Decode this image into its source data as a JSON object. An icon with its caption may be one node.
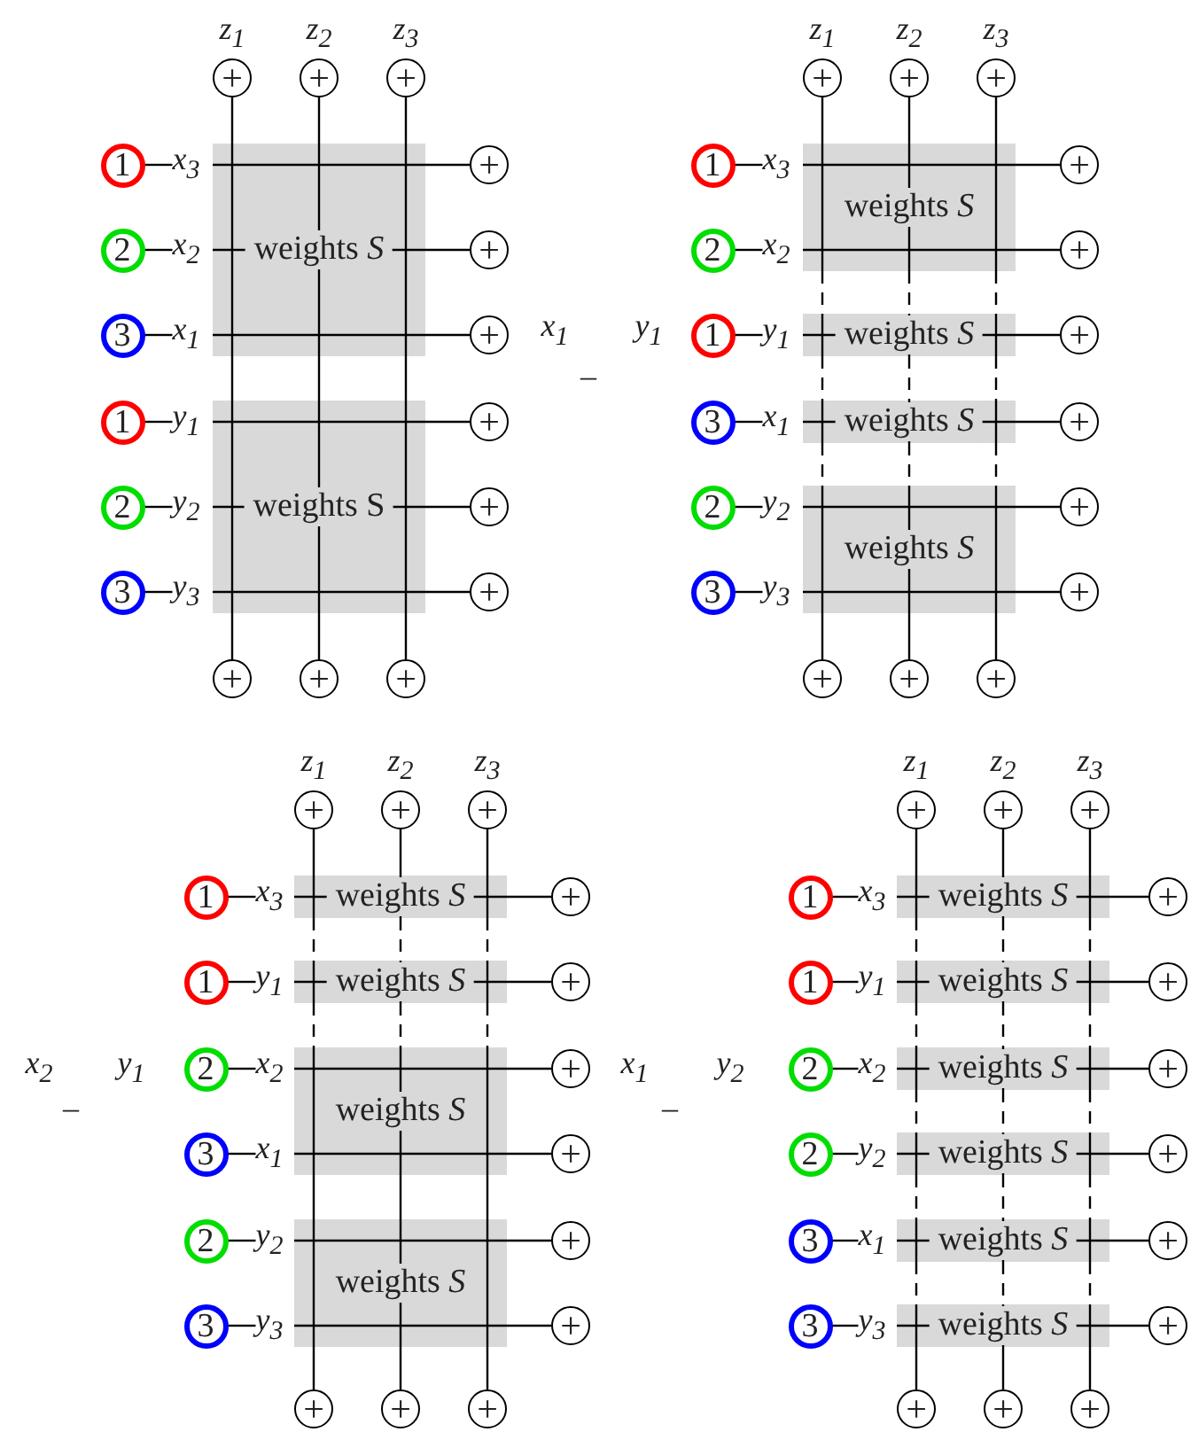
{
  "diagram": {
    "nodes": [
      {
        "text": [
          "+"
        ],
        "beside": [
          "z$_{1}$"
        ]
      },
      {
        "text": [
          "+"
        ],
        "beside": [
          "z$_{2}$"
        ]
      },
      {
        "text": [
          "+"
        ],
        "beside": [
          "z$_{3}$"
        ]
      },
      {
        "text": [
          "1"
        ]
      },
      {
        "text": [
          "x$_{3}$"
        ]
      },
      {
        "text": [
          "weights *S*"
        ]
      },
      {
        "text": [
          "+"
        ]
      },
      {
        "text": [
          "2"
        ]
      },
      {
        "text": [
          "x$_{2}$"
        ]
      },
      {
        "text": [
          "+"
        ]
      },
      {
        "text": [
          "3"
        ]
      },
      {
        "text": [
          "x$_{1}$"
        ]
      },
      {
        "text": [
          "+"
        ]
      },
      {
        "text": [
          "1"
        ]
      },
      {
        "text": [
          "y$_{1}$"
        ]
      },
      {
        "text": [
          "weights S"
        ]
      },
      {
        "text": [
          "+"
        ]
      },
      {
        "text": [
          "2"
        ]
      },
      {
        "text": [
          "y$_{2}$"
        ]
      },
      {
        "text": [
          "+"
        ]
      },
      {
        "text": [
          "3"
        ]
      },
      {
        "text": [
          "y$_{3}$"
        ]
      },
      {
        "text": [
          "+"
        ]
      },
      {
        "text": [
          "+"
        ]
      },
      {
        "text": [
          "+"
        ]
      },
      {
        "text": [
          "+"
        ]
      },
      {
        "text": [
          "+"
        ],
        "beside": [
          "z$_{1}$"
        ]
      },
      {
        "text": [
          "+"
        ],
        "beside": [
          "z$_{2}$"
        ]
      },
      {
        "text": [
          "+"
        ],
        "beside": [
          "z$_{3}$"
        ]
      },
      {
        "text": [
          "1"
        ]
      },
      {
        "text": [
          "x$_{3}$"
        ]
      },
      {
        "text": [
          "weights *S*"
        ]
      },
      {
        "text": [
          "+"
        ]
      },
      {
        "text": [
          "2"
        ]
      },
      {
        "text": [
          "x$_{2}$"
        ]
      },
      {
        "text": [
          "+"
        ]
      },
      {
        "text": [
          "1"
        ]
      },
      {
        "text": [
          "y$_{1}$"
        ]
      },
      {
        "text": [
          "weights *S*"
        ]
      },
      {
        "text": [
          "+"
        ]
      },
      {
        "text": [
          "3"
        ]
      },
      {
        "text": [
          "x$_{1}$"
        ]
      },
      {
        "text": [
          "weights *S*"
        ]
      },
      {
        "text": [
          "+"
        ]
      },
      {
        "text": [
          "2"
        ]
      },
      {
        "text": [
          "y$_{2}$"
        ]
      },
      {
        "text": [
          "weights *S*"
        ]
      },
      {
        "text": [
          "+"
        ]
      },
      {
        "text": [
          "3"
        ]
      },
      {
        "text": [
          "y$_{3}$"
        ]
      },
      {
        "text": [
          "+"
        ]
      },
      {
        "text": [
          "+"
        ]
      },
      {
        "text": [
          "+"
        ]
      },
      {
        "text": [
          "+"
        ]
      },
      {
        "text": [
          "+"
        ],
        "beside": [
          "z$_{1}$"
        ]
      },
      {
        "text": [
          "+"
        ],
        "beside": [
          "z$_{2}$"
        ]
      },
      {
        "text": [
          "+"
        ],
        "beside": [
          "z$_{3}$"
        ]
      },
      {
        "text": [
          "1"
        ]
      },
      {
        "text": [
          "x$_{3}$"
        ]
      },
      {
        "text": [
          "weights *S*"
        ]
      },
      {
        "text": [
          "+"
        ]
      },
      {
        "text": [
          "1"
        ]
      },
      {
        "text": [
          "y$_{1}$"
        ]
      },
      {
        "text": [
          "weights *S*"
        ]
      },
      {
        "text": [
          "+"
        ]
      },
      {
        "text": [
          "2"
        ]
      },
      {
        "text": [
          "x$_{2}$"
        ]
      },
      {
        "text": [
          "weights *S*"
        ]
      },
      {
        "text": [
          "+"
        ]
      },
      {
        "text": [
          "3"
        ]
      },
      {
        "text": [
          "x$_{1}$"
        ]
      },
      {
        "text": [
          "+"
        ]
      },
      {
        "text": [
          "2"
        ]
      },
      {
        "text": [
          "y$_{2}$"
        ]
      },
      {
        "text": [
          "weights *S*"
        ]
      },
      {
        "text": [
          "+"
        ]
      },
      {
        "text": [
          "3"
        ]
      },
      {
        "text": [
          "y$_{3}$"
        ]
      },
      {
        "text": [
          "+"
        ]
      },
      {
        "text": [
          "+"
        ]
      },
      {
        "text": [
          "+"
        ]
      },
      {
        "text": [
          "+"
        ]
      },
      {
        "text": [
          "+"
        ],
        "beside": [
          "z$_{1}$"
        ]
      },
      {
        "text": [
          "+"
        ],
        "beside": [
          "z$_{2}$"
        ]
      },
      {
        "text": [
          "+"
        ],
        "beside": [
          "z$_{3}$"
        ]
      },
      {
        "text": [
          "1"
        ]
      },
      {
        "text": [
          "x$_{3}$"
        ]
      },
      {
        "text": [
          "weights *S*"
        ]
      },
      {
        "text": [
          "+"
        ]
      },
      {
        "text": [
          "1"
        ]
      },
      {
        "text": [
          "y$_{1}$"
        ]
      },
      {
        "text": [
          "weights *S*"
        ]
      },
      {
        "text": [
          "+"
        ]
      },
      {
        "text": [
          "2"
        ]
      },
      {
        "text": [
          "x$_{2}$"
        ]
      },
      {
        "text": [
          "weights *S*"
        ]
      },
      {
        "text": [
          "+"
        ]
      },
      {
        "text": [
          "2"
        ]
      },
      {
        "text": [
          "y$_{2}$"
        ]
      },
      {
        "text": [
          "weights *S*"
        ]
      },
      {
        "text": [
          "+"
        ]
      },
      {
        "text": [
          "3"
        ]
      },
      {
        "text": [
          "x$_{1}$"
        ]
      },
      {
        "text": [
          "weights *S*"
        ]
      },
      {
        "text": [
          "+"
        ]
      },
      {
        "text": [
          "3"
        ]
      },
      {
        "text": [
          "y$_{3}$"
        ]
      },
      {
        "text": [
          "weights *S*"
        ]
      },
      {
        "text": [
          "+"
        ]
      },
      {
        "text": [
          "+"
        ]
      },
      {
        "text": [
          "+"
        ]
      },
      {
        "text": [
          "+"
        ]
      }
    ],
    "edges": [
      {
        "from": 3,
        "to": 4,
        "arrow": "none"
      },
      {
        "from": 5,
        "to": 6,
        "arrow": "none"
      },
      {
        "from": 7,
        "to": 8,
        "arrow": "none"
      },
      {
        "from": 5,
        "to": 9,
        "arrow": "none"
      },
      {
        "from": 10,
        "to": 11,
        "arrow": "none"
      },
      {
        "from": 5,
        "to": 12,
        "arrow": "none"
      },
      {
        "from": 13,
        "to": 14,
        "arrow": "none"
      },
      {
        "from": 15,
        "to": 16,
        "arrow": "none"
      },
      {
        "from": 17,
        "to": 18,
        "arrow": "none"
      },
      {
        "from": 15,
        "to": 19,
        "arrow": "none"
      },
      {
        "from": 20,
        "to": 21,
        "arrow": "none"
      },
      {
        "from": 15,
        "to": 22,
        "arrow": "none"
      },
      {
        "from": 0,
        "to": 5,
        "arrow": "none"
      },
      {
        "from": 5,
        "to": 15,
        "arrow": "none"
      },
      {
        "from": 15,
        "to": 23,
        "arrow": "none"
      },
      {
        "from": 1,
        "to": 5,
        "arrow": "none"
      },
      {
        "from": 5,
        "to": 15,
        "arrow": "none"
      },
      {
        "from": 15,
        "to": 24,
        "arrow": "none"
      },
      {
        "from": 2,
        "to": 5,
        "arrow": "none"
      },
      {
        "from": 5,
        "to": 15,
        "arrow": "none"
      },
      {
        "from": 15,
        "to": 25,
        "arrow": "none"
      },
      {
        "from": 29,
        "to": 30,
        "arrow": "none"
      },
      {
        "from": 31,
        "to": 32,
        "arrow": "none"
      },
      {
        "from": 33,
        "to": 34,
        "arrow": "none"
      },
      {
        "from": 31,
        "to": 35,
        "arrow": "none"
      },
      {
        "from": 36,
        "to": 37,
        "arrow": "none"
      },
      {
        "from": 38,
        "to": 39,
        "arrow": "none"
      },
      {
        "from": 40,
        "to": 41,
        "arrow": "none"
      },
      {
        "from": 42,
        "to": 43,
        "arrow": "none"
      },
      {
        "from": 44,
        "to": 45,
        "arrow": "none"
      },
      {
        "from": 46,
        "to": 47,
        "arrow": "none"
      },
      {
        "from": 48,
        "to": 49,
        "arrow": "none"
      },
      {
        "from": 46,
        "to": 50,
        "arrow": "none"
      },
      {
        "from": 26,
        "to": 31,
        "arrow": "none"
      },
      {
        "from": 31,
        "to": 38,
        "arrow": "none",
        "style": "dashed"
      },
      {
        "from": 38,
        "to": 42,
        "arrow": "none",
        "style": "dashed"
      },
      {
        "from": 42,
        "to": 46,
        "arrow": "none",
        "style": "dashed"
      },
      {
        "from": 46,
        "to": 51,
        "arrow": "none"
      },
      {
        "from": 27,
        "to": 31,
        "arrow": "none"
      },
      {
        "from": 31,
        "to": 38,
        "arrow": "none",
        "style": "dashed"
      },
      {
        "from": 38,
        "to": 42,
        "arrow": "none",
        "style": "dashed"
      },
      {
        "from": 42,
        "to": 46,
        "arrow": "none",
        "style": "dashed"
      },
      {
        "from": 46,
        "to": 52,
        "arrow": "none"
      },
      {
        "from": 28,
        "to": 31,
        "arrow": "none"
      },
      {
        "from": 31,
        "to": 38,
        "arrow": "none",
        "style": "dashed"
      },
      {
        "from": 38,
        "to": 42,
        "arrow": "none",
        "style": "dashed"
      },
      {
        "from": 42,
        "to": 46,
        "arrow": "none",
        "style": "dashed"
      },
      {
        "from": 46,
        "to": 53,
        "arrow": "none"
      },
      {
        "from": 57,
        "to": 58,
        "arrow": "none"
      },
      {
        "from": 59,
        "to": 60,
        "arrow": "none"
      },
      {
        "from": 61,
        "to": 62,
        "arrow": "none"
      },
      {
        "from": 63,
        "to": 64,
        "arrow": "none"
      },
      {
        "from": 65,
        "to": 66,
        "arrow": "none"
      },
      {
        "from": 67,
        "to": 68,
        "arrow": "none"
      },
      {
        "from": 69,
        "to": 70,
        "arrow": "none"
      },
      {
        "from": 67,
        "to": 71,
        "arrow": "none"
      },
      {
        "from": 72,
        "to": 73,
        "arrow": "none"
      },
      {
        "from": 74,
        "to": 75,
        "arrow": "none"
      },
      {
        "from": 76,
        "to": 77,
        "arrow": "none"
      },
      {
        "from": 74,
        "to": 78,
        "arrow": "none"
      },
      {
        "from": 54,
        "to": 59,
        "arrow": "none"
      },
      {
        "from": 59,
        "to": 63,
        "arrow": "none",
        "style": "dashed"
      },
      {
        "from": 63,
        "to": 67,
        "arrow": "none",
        "style": "dashed"
      },
      {
        "from": 67,
        "to": 74,
        "arrow": "none"
      },
      {
        "from": 74,
        "to": 79,
        "arrow": "none"
      },
      {
        "from": 55,
        "to": 59,
        "arrow": "none"
      },
      {
        "from": 59,
        "to": 63,
        "arrow": "none",
        "style": "dashed"
      },
      {
        "from": 63,
        "to": 67,
        "arrow": "none",
        "style": "dashed"
      },
      {
        "from": 67,
        "to": 74,
        "arrow": "none"
      },
      {
        "from": 74,
        "to": 80,
        "arrow": "none"
      },
      {
        "from": 56,
        "to": 59,
        "arrow": "none"
      },
      {
        "from": 59,
        "to": 63,
        "arrow": "none",
        "style": "dashed"
      },
      {
        "from": 63,
        "to": 67,
        "arrow": "none",
        "style": "dashed"
      },
      {
        "from": 67,
        "to": 74,
        "arrow": "none"
      },
      {
        "from": 74,
        "to": 81,
        "arrow": "none"
      },
      {
        "from": 85,
        "to": 86,
        "arrow": "none"
      },
      {
        "from": 87,
        "to": 88,
        "arrow": "none"
      },
      {
        "from": 89,
        "to": 90,
        "arrow": "none"
      },
      {
        "from": 91,
        "to": 92,
        "arrow": "none"
      },
      {
        "from": 93,
        "to": 94,
        "arrow": "none"
      },
      {
        "from": 95,
        "to": 96,
        "arrow": "none"
      },
      {
        "from": 97,
        "to": 98,
        "arrow": "none"
      },
      {
        "from": 99,
        "to": 100,
        "arrow": "none"
      },
      {
        "from": 101,
        "to": 102,
        "arrow": "none"
      },
      {
        "from": 103,
        "to": 104,
        "arrow": "none"
      },
      {
        "from": 105,
        "to": 106,
        "arrow": "none"
      },
      {
        "from": 107,
        "to": 108,
        "arrow": "none"
      },
      {
        "from": 82,
        "to": 87,
        "arrow": "none"
      },
      {
        "from": 87,
        "to": 91,
        "arrow": "none",
        "style": "dashed"
      },
      {
        "from": 91,
        "to": 95,
        "arrow": "none",
        "style": "dashed"
      },
      {
        "from": 95,
        "to": 99,
        "arrow": "none",
        "style": "dashed"
      },
      {
        "from": 99,
        "to": 103,
        "arrow": "none",
        "style": "dashed"
      },
      {
        "from": 103,
        "to": 107,
        "arrow": "none",
        "style": "dashed"
      },
      {
        "from": 107,
        "to": 109,
        "arrow": "none"
      },
      {
        "from": 83,
        "to": 87,
        "arrow": "none"
      },
      {
        "from": 87,
        "to": 91,
        "arrow": "none",
        "style": "dashed"
      },
      {
        "from": 91,
        "to": 95,
        "arrow": "none",
        "style": "dashed"
      },
      {
        "from": 95,
        "to": 99,
        "arrow": "none",
        "style": "dashed"
      },
      {
        "from": 99,
        "to": 103,
        "arrow": "none",
        "style": "dashed"
      },
      {
        "from": 103,
        "to": 107,
        "arrow": "none",
        "style": "dashed"
      },
      {
        "from": 107,
        "to": 110,
        "arrow": "none"
      },
      {
        "from": 84,
        "to": 87,
        "arrow": "none"
      },
      {
        "from": 87,
        "to": 91,
        "arrow": "none",
        "style": "dashed"
      },
      {
        "from": 91,
        "to": 95,
        "arrow": "none",
        "style": "dashed"
      },
      {
        "from": 95,
        "to": 99,
        "arrow": "none",
        "style": "dashed"
      },
      {
        "from": 99,
        "to": 103,
        "arrow": "none",
        "style": "dashed"
      },
      {
        "from": 103,
        "to": 107,
        "arrow": "none",
        "style": "dashed"
      },
      {
        "from": 107,
        "to": 111,
        "arrow": "none"
      }
    ],
    "labels": [
      "x$_{1}$",
      "y$_{1}$",
      "–",
      "x$_{2}$",
      "y$_{1}$",
      "–",
      "x$_{1}$",
      "y$_{2}$",
      "–"
    ]
  }
}
